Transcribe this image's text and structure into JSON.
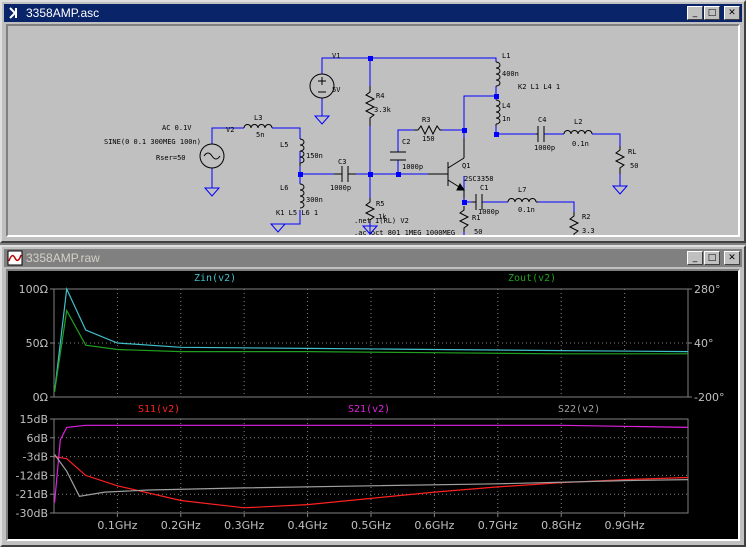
{
  "colors": {
    "wire": "#0000ff",
    "component": "#000000",
    "junction": "#0000ff",
    "ground": "#0000ff",
    "trace_zin": "#40c0c8",
    "trace_zout": "#20a020",
    "trace_s11": "#ff2020",
    "trace_s21": "#e020e0",
    "trace_s22": "#a0a0a0",
    "grid": "#808080",
    "axis_text": "#c0c0c0"
  },
  "schematic_window": {
    "title": "3358AMP.asc",
    "icon": "ltspice-schematic-icon",
    "buttons": {
      "minimize": "_",
      "maximize": "□",
      "close": "✕"
    },
    "components": {
      "v1": {
        "name": "V1",
        "value": "5V"
      },
      "v2": {
        "name": "V2",
        "line1": "AC 0.1V",
        "line2": "SINE(0 0.1 300MEG 100n)",
        "line3": "Rser=50"
      },
      "l1": {
        "name": "L1",
        "value": "400n"
      },
      "l2": {
        "name": "L2",
        "value": "0.1n"
      },
      "l3": {
        "name": "L3",
        "value": "5n"
      },
      "l4": {
        "name": "L4",
        "value": "1n"
      },
      "l5": {
        "name": "L5",
        "value": "150n"
      },
      "l6": {
        "name": "L6",
        "value": "300n"
      },
      "l7": {
        "name": "L7",
        "value": "0.1n"
      },
      "r1": {
        "name": "R1",
        "value": "50"
      },
      "r2": {
        "name": "R2",
        "value": "3.3"
      },
      "r3": {
        "name": "R3",
        "value": "150"
      },
      "r4": {
        "name": "R4",
        "value": "3.3k"
      },
      "r5": {
        "name": "R5",
        "value": "1k"
      },
      "rl": {
        "name": "RL",
        "value": "50"
      },
      "c1": {
        "name": "C1",
        "value": "1000p"
      },
      "c2": {
        "name": "C2",
        "value": "1000p"
      },
      "c3": {
        "name": "C3",
        "value": "1000p"
      },
      "c4": {
        "name": "C4",
        "value": "1000p"
      },
      "q1": {
        "name": "Q1",
        "value": "2SC3358"
      }
    },
    "coupling_1": "K2 L1 L4 1",
    "coupling_2": "K1 L5 L6 1",
    "directive_net": ".net I(RL) V2",
    "directive_ac": ".ac oct 801 1MEG 1000MEG"
  },
  "plot_window": {
    "title": "3358AMP.raw",
    "icon": "ltspice-waveform-icon",
    "buttons": {
      "minimize": "_",
      "maximize": "□",
      "close": "✕"
    },
    "top_pane": {
      "left_axis": [
        "100Ω",
        "50Ω",
        "0Ω"
      ],
      "right_axis": [
        "280°",
        "40°",
        "-200°"
      ],
      "legend": [
        {
          "name": "Zin(v2)",
          "color": "#40c0c8"
        },
        {
          "name": "Zout(v2)",
          "color": "#20a020"
        }
      ]
    },
    "bottom_pane": {
      "left_axis": [
        "15dB",
        "6dB",
        "-3dB",
        "-12dB",
        "-21dB",
        "-30dB"
      ],
      "legend": [
        {
          "name": "S11(v2)",
          "color": "#ff2020"
        },
        {
          "name": "S21(v2)",
          "color": "#e020e0"
        },
        {
          "name": "S22(v2)",
          "color": "#a0a0a0"
        }
      ]
    },
    "x_axis": [
      "0.1GHz",
      "0.2GHz",
      "0.3GHz",
      "0.4GHz",
      "0.5GHz",
      "0.6GHz",
      "0.7GHz",
      "0.8GHz",
      "0.9GHz"
    ]
  },
  "chart_data": [
    {
      "type": "line",
      "title": "",
      "xlabel": "",
      "ylabel": "",
      "xlim": [
        0,
        1.0
      ],
      "ylim": [
        0,
        100
      ],
      "x_unit": "GHz",
      "y_unit": "Ω",
      "y2lim": [
        -200,
        280
      ],
      "y2_unit": "°",
      "grid": true,
      "series": [
        {
          "name": "Zin(v2)",
          "x": [
            0.001,
            0.02,
            0.05,
            0.1,
            0.2,
            0.4,
            0.6,
            0.8,
            1.0
          ],
          "y": [
            5,
            100,
            62,
            50,
            46,
            45,
            44,
            43,
            42
          ]
        },
        {
          "name": "Zout(v2)",
          "x": [
            0.001,
            0.02,
            0.05,
            0.1,
            0.2,
            0.4,
            0.6,
            0.8,
            1.0
          ],
          "y": [
            5,
            80,
            48,
            44,
            42,
            42,
            41,
            40,
            40
          ]
        }
      ]
    },
    {
      "type": "line",
      "title": "",
      "xlabel": "",
      "ylabel": "",
      "xlim": [
        0,
        1.0
      ],
      "ylim": [
        -30,
        15
      ],
      "x_unit": "GHz",
      "y_unit": "dB",
      "grid": true,
      "series": [
        {
          "name": "S11(v2)",
          "x": [
            0.001,
            0.02,
            0.05,
            0.1,
            0.2,
            0.3,
            0.4,
            0.5,
            0.6,
            0.7,
            0.8,
            0.9,
            1.0
          ],
          "y": [
            -3,
            -4,
            -12,
            -17,
            -24,
            -27.5,
            -26,
            -23,
            -20,
            -17.5,
            -15.5,
            -14,
            -13
          ]
        },
        {
          "name": "S21(v2)",
          "x": [
            0.001,
            0.01,
            0.02,
            0.05,
            0.1,
            0.2,
            0.4,
            0.6,
            0.8,
            1.0
          ],
          "y": [
            -25,
            5,
            11,
            12,
            12,
            12,
            12,
            12,
            12,
            11
          ]
        },
        {
          "name": "S22(v2)",
          "x": [
            0.001,
            0.02,
            0.04,
            0.08,
            0.15,
            0.3,
            0.5,
            0.7,
            0.9,
            1.0
          ],
          "y": [
            -2,
            -10,
            -22,
            -20,
            -19,
            -18,
            -17,
            -16,
            -14.5,
            -14
          ]
        }
      ]
    }
  ]
}
